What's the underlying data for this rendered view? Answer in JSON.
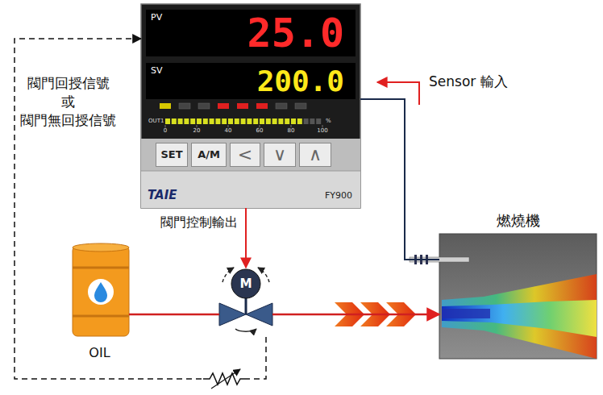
{
  "diagram": {
    "nodes": [
      {
        "text": [
          "TAIE",
          "FY900"
        ]
      },
      {
        "text": [
          "PV",
          "25.0"
        ],
        "in": 0
      },
      {
        "text": [
          "SV",
          "200.0"
        ],
        "in": 0
      },
      {
        "text": [
          "SET"
        ],
        "in": 0
      },
      {
        "text": [
          "A/M"
        ],
        "in": 0
      },
      {
        "text": [
          "<"
        ],
        "in": 0
      },
      {
        "text": [
          "∨"
        ],
        "in": 0
      },
      {
        "text": [
          "∧"
        ],
        "in": 0
      },
      {
        "text": [
          "OIL"
        ]
      },
      {
        "text": [
          "M"
        ]
      },
      {
        "text": [
          "燃燒機"
        ]
      }
    ],
    "edges": [
      {
        "from": 0,
        "to": 9,
        "arrow": "to",
        "label": "閥門控制輸出"
      },
      {
        "from": 8,
        "to": 9,
        "arrow": "none"
      },
      {
        "from": 9,
        "to": 10,
        "arrow": "to"
      },
      {
        "from": 10,
        "to": 0,
        "arrow": "none"
      },
      {
        "from": 9,
        "to": 0,
        "arrow": "to"
      }
    ],
    "labels": [
      "Sensor 輸入",
      "閥門回授信號 或 閥門無回授信號",
      "OUT1",
      "0",
      "20",
      "40",
      "60",
      "80",
      "100",
      "%"
    ]
  }
}
